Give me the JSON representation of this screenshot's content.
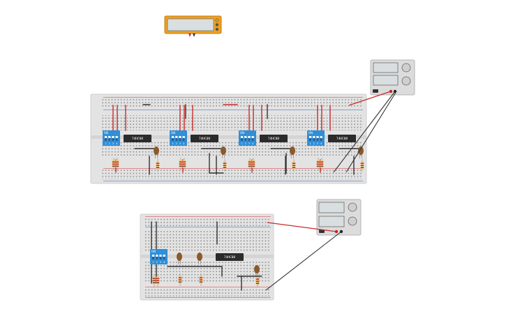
{
  "canvas": {
    "background": "#ffffff"
  },
  "components": {
    "chip_label": "74HC08",
    "dip_switch_label": "ON",
    "dip_switch_positions": [
      "1",
      "2",
      "3",
      "4"
    ]
  },
  "colors": {
    "breadboard": "#e3e3e3",
    "rail_red": "#d83030",
    "rail_blue": "#3060b0",
    "wire_red": "#cc2a2a",
    "wire_black": "#333333",
    "chip": "#2b2b2b",
    "dip": "#2f8fd8",
    "led": "#8b5a2b",
    "resistor": "#e8c98a",
    "multimeter": "#f0a020",
    "power_supply": "#dcdcdc"
  }
}
